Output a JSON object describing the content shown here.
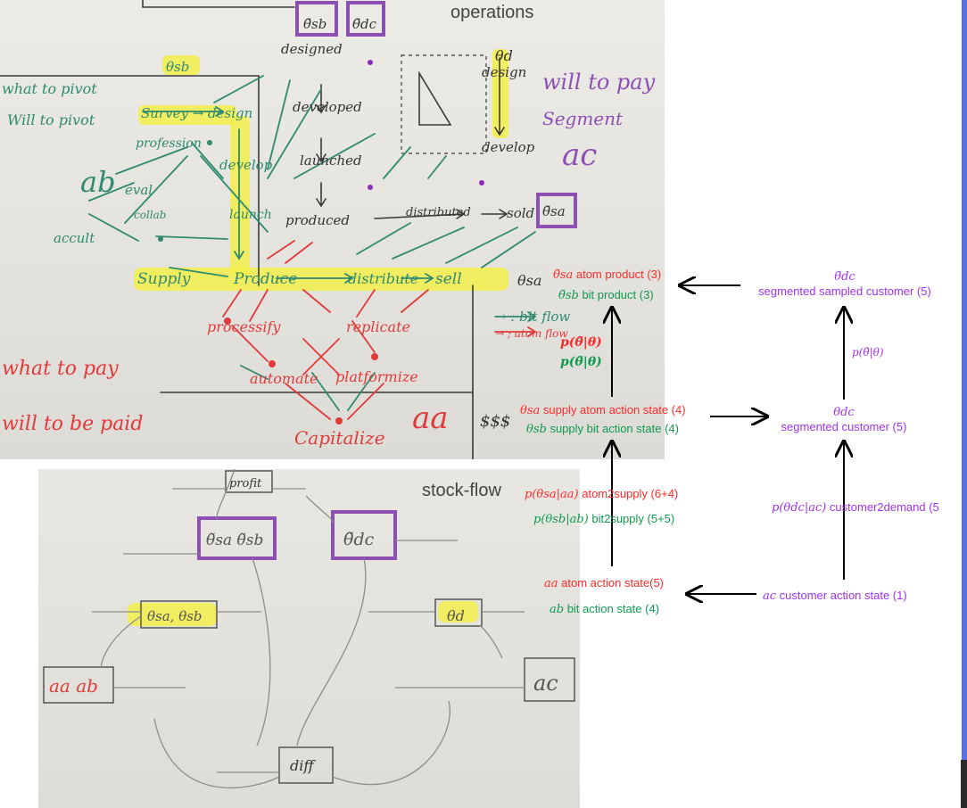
{
  "photo_operations": {
    "title": "operations",
    "labels": {
      "theta_sb_box": "θ̃sb",
      "theta_dc_box": "θ̃dc",
      "theta_d": "θd",
      "theta_sb": "θsb",
      "theta_sa": "θsa",
      "theta_sa_box": "θ̃sa",
      "will_to_pay": "will to pay",
      "segment": "Segment",
      "a_c": "ac",
      "what_to_pivot": "what to pivot",
      "will_to_pivot": "Will to pivot",
      "a_b": "ab",
      "what_to_pay": "what to pay",
      "will_to_be_paid": "will to be paid",
      "a_a": "aa",
      "dollars": "$$$",
      "designed": "designed",
      "developed": "developed",
      "launched": "launched",
      "produced": "produced",
      "distributed": "distributed",
      "sold": "sold",
      "design": "design",
      "develop": "develop",
      "survey_design": "Survey → design",
      "profession": "profession",
      "develop_left": "develop",
      "eval": "eval",
      "collab": "collab",
      "launch": "launch",
      "acquit": "accult",
      "supply": "Supply",
      "produce": "Produce",
      "distribute": "distribute",
      "sell": "sell",
      "processify": "processify",
      "replicate": "replicate",
      "automate": "automate",
      "platformize": "platformize",
      "capitalize": "Capitalize",
      "bit_flow": "→ : bit flow",
      "atom_flow": "→ ; atom flow"
    }
  },
  "photo_stock": {
    "title": "stock-flow",
    "labels": {
      "profit": "profit",
      "theta_sa_sb_tilde": "θ̃sa θ̃sb",
      "theta_dc_tilde": "θ̃dc",
      "theta_sa_sb": "θsa, θsb",
      "theta_d": "θd",
      "aa_ab": "aa ab",
      "ac": "ac",
      "diff": "diff"
    }
  },
  "nodes": {
    "product": {
      "red_sym": "θ̃sa",
      "red_text": " atom product (3)",
      "green_sym": "θ̃sb",
      "green_text": " bit product (3)"
    },
    "sampled_customer": {
      "sym": "θ̃dc",
      "text": "segmented sampled customer (5)"
    },
    "p_theta": {
      "red": "p(θ̃|θ)",
      "green": "p(θ̃|θ)"
    },
    "p_theta_purple": "p(θ̃|θ)",
    "supply_state": {
      "red_sym": "θsa",
      "red_text": " supply atom action state (4)",
      "green_sym": "θsb",
      "green_text": " supply bit action state (4)"
    },
    "segmented_customer": {
      "sym": "θdc",
      "text": "segmented customer (5)"
    },
    "atom2supply": {
      "sym": "p(θsa|aa)",
      "text": " atom2supply (6+4)"
    },
    "bit2supply": {
      "sym": "p(θsb|ab)",
      "text": " bit2supply (5+5)"
    },
    "customer2demand": {
      "sym": "p(θdc|ac)",
      "text": " customer2demand (5"
    },
    "action_state": {
      "red_sym": "aa",
      "red_text": " atom action state(5)",
      "green_sym": "ab",
      "green_text": " bit action state (4)"
    },
    "customer_action": {
      "sym": "ac",
      "text": " customer action state (1)"
    }
  },
  "colors": {
    "atom": "#ff2a2a",
    "bit": "#0f9a4e",
    "customer": "#a033ee",
    "accent_bar": "#5a6fe0"
  }
}
